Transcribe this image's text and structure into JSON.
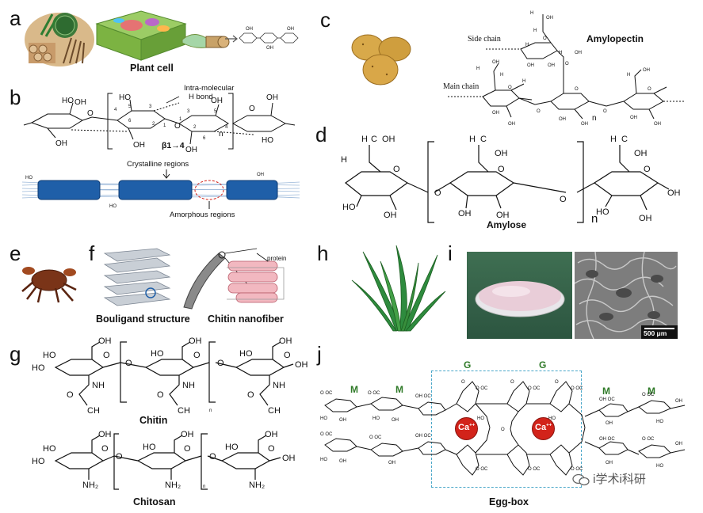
{
  "panels": {
    "a": {
      "letter": "a",
      "caption": "Plant cell"
    },
    "b": {
      "letter": "b",
      "hbond": "Intra-molecular\nH bond",
      "hbond_line1": "Intra-molecular",
      "hbond_line2": "H bond",
      "linkage": "β1→4",
      "n": "n",
      "crystalline": "Crystalline regions",
      "amorphous": "Amorphous regions",
      "ring_numbers": [
        "4",
        "5",
        "6",
        "3",
        "2",
        "1",
        "3",
        "2",
        "5",
        "1",
        "4",
        "6"
      ]
    },
    "c": {
      "letter": "c",
      "title": "Amylopectin",
      "side_chain": "Side chain",
      "main_chain": "Main chain",
      "n": "n"
    },
    "d": {
      "letter": "d",
      "title": "Amylose",
      "n": "n"
    },
    "e": {
      "letter": "e"
    },
    "f": {
      "letter": "f",
      "bouligand": "Bouligand structure",
      "nanofiber": "Chitin nanofiber",
      "protein": "protein"
    },
    "g": {
      "letter": "g",
      "chitin": "Chitin",
      "chitosan": "Chitosan",
      "n": "n"
    },
    "h": {
      "letter": "h"
    },
    "i": {
      "letter": "i",
      "scale": "500 μm"
    },
    "j": {
      "letter": "j",
      "title": "Egg-box",
      "G": "G",
      "M": "M",
      "Ca": "Ca",
      "charge": "++"
    }
  },
  "watermark": "i学术i科研",
  "colors": {
    "accent_green": "#2f7a28",
    "calcium_red": "#d2231a",
    "cellulose_blue": "#1f5fa8",
    "dashed_box": "#4aa7c9"
  }
}
